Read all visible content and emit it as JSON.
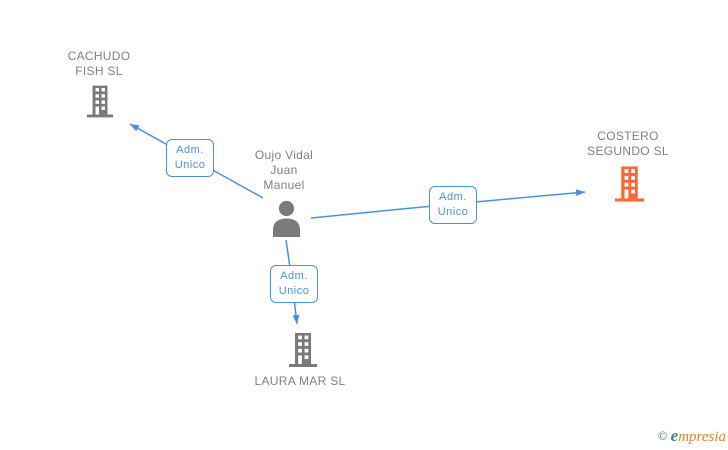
{
  "diagram": {
    "person": {
      "name": "Oujo Vidal Juan Manuel",
      "lines": [
        "Oujo Vidal",
        "Juan",
        "Manuel"
      ]
    },
    "companies": [
      {
        "name": "CACHUDO FISH SL",
        "lines": [
          "CACHUDO",
          "FISH SL"
        ],
        "icon_color": "#7a7a7a"
      },
      {
        "name": "COSTERO SEGUNDO SL",
        "lines": [
          "COSTERO",
          "SEGUNDO SL"
        ],
        "icon_color": "#fa6739"
      },
      {
        "name": "LAURA MAR SL",
        "lines": [
          "LAURA MAR SL",
          ""
        ],
        "icon_color": "#7a7a7a"
      }
    ],
    "edges": [
      {
        "from": "Oujo Vidal Juan Manuel",
        "to": "CACHUDO FISH SL",
        "label": "Adm. Unico"
      },
      {
        "from": "Oujo Vidal Juan Manuel",
        "to": "COSTERO SEGUNDO SL",
        "label": "Adm. Unico"
      },
      {
        "from": "Oujo Vidal Juan Manuel",
        "to": "LAURA MAR SL",
        "label": "Adm. Unico"
      }
    ]
  },
  "colors": {
    "edge_blue": "#4a90e2",
    "text_gray": "#808080",
    "icon_gray": "#7a7a7a",
    "icon_orange": "#fa6739"
  },
  "watermark": {
    "copyright": "©",
    "brand_first": "e",
    "brand_rest": "mpresia"
  }
}
